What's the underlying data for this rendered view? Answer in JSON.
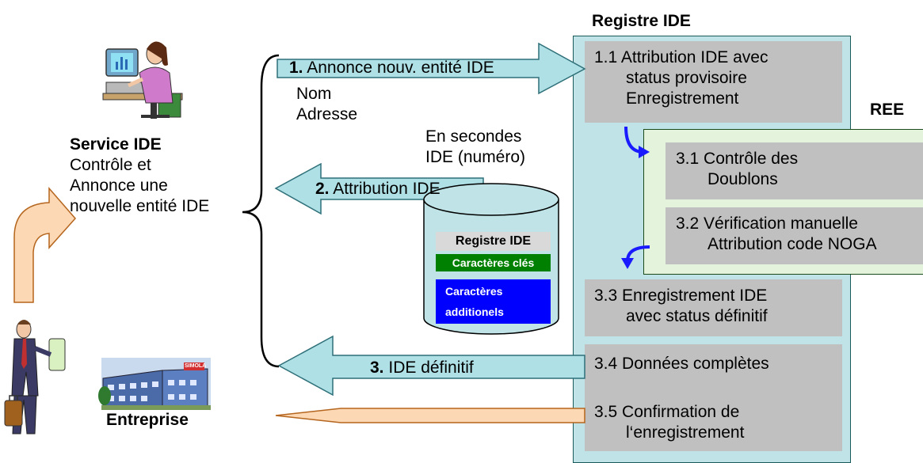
{
  "registre": {
    "title": "Registre IDE",
    "box_1_1": [
      "1.1 Attribution IDE avec",
      "status provisoire",
      "Enregistrement"
    ],
    "box_3_3": [
      "3.3 Enregistrement IDE",
      "avec status définitif"
    ],
    "box_3_4": [
      "3.4 Données complètes"
    ],
    "box_3_5": [
      "3.5 Confirmation de",
      "l‘enregistrement"
    ]
  },
  "ree": {
    "title": "REE",
    "box_3_1": [
      "3.1 Contrôle des",
      "Doublons"
    ],
    "box_3_2": [
      "3.2 Vérification manuelle",
      "Attribution code NOGA"
    ]
  },
  "service": {
    "title": "Service IDE",
    "lines": [
      "Contrôle et",
      "Annonce une",
      "nouvelle entité IDE"
    ]
  },
  "entreprise": {
    "label": "Entreprise",
    "sign": "SIMOLA"
  },
  "arrows": {
    "a1": {
      "num": "1.",
      "label": "Annonce nouv. entité IDE"
    },
    "a1_sub": [
      "Nom",
      "Adresse"
    ],
    "a2": {
      "num": "2.",
      "label": "Attribution IDE"
    },
    "a3": {
      "num": "3.",
      "label": "IDE définitif"
    }
  },
  "database": {
    "above": [
      "En secondes",
      "IDE (numéro)"
    ],
    "label_registre": "Registre IDE",
    "label_cles": "Caractères clés",
    "label_additionels": [
      "Caractères",
      "additionels"
    ]
  },
  "colors": {
    "registre_bg": "#bfe3e6",
    "ree_bg": "#e3f3dc",
    "box_grey": "#c0c0c0",
    "arrow_teal": "#aee0e6",
    "arrow_orange": "#fcd8b4",
    "blue_connector": "#1a1aff",
    "green_label": "#008000",
    "blue_label": "#0000ff"
  }
}
